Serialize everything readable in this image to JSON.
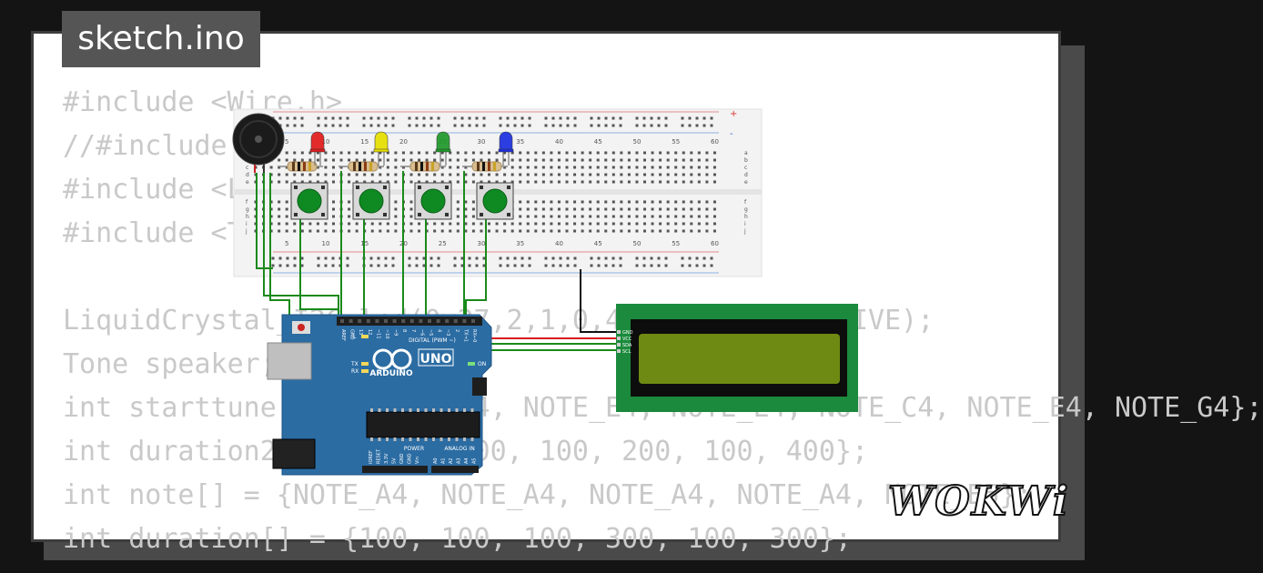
{
  "tab": {
    "title": "sketch.ino"
  },
  "code_lines": [
    "#include <Wire.h>",
    "//#include <LiquidCrystal.h>",
    "#include <LiquidCrystal_I2C.h>",
    "#include <Tone.h>",
    "",
    "LiquidCrystal_I2C lcd(0x27,2,1,0,4,5,6,7,3,POSITIVE);",
    "Tone speaker;",
    "int starttune[] = {NOTE_C4, NOTE_E4, NOTE_E4, NOTE_C4, NOTE_E4, NOTE_G4};",
    "int duration2[] = {100, 200, 100, 200, 100, 400};",
    "int note[] = {NOTE_A4, NOTE_A4, NOTE_A4, NOTE_A4, NOTE_E5};",
    "int duration[] = {100, 100, 100, 300, 100, 300};"
  ],
  "breadboard": {
    "column_numbers": [
      "5",
      "10",
      "15",
      "20",
      "25",
      "30",
      "35",
      "40",
      "45",
      "50",
      "55",
      "60"
    ],
    "row_letters": [
      "a",
      "b",
      "c",
      "d",
      "e",
      "f",
      "g",
      "h",
      "i",
      "j"
    ],
    "rail_plus": "+",
    "rail_minus": "-"
  },
  "leds": [
    {
      "color": "#e21b1b"
    },
    {
      "color": "#e8e000"
    },
    {
      "color": "#1f9a2a"
    },
    {
      "color": "#1c2ee0"
    }
  ],
  "arduino": {
    "board_name": "UNO",
    "brand": "ARDUINO",
    "digital_label": "DIGITAL (PWM ~)",
    "digital_pins": [
      "AREF",
      "GND",
      "13",
      "12",
      "~11",
      "~10",
      "~9",
      "8",
      "7",
      "~6",
      "~5",
      "4",
      "~3",
      "2",
      "TX→1",
      "RX←0"
    ],
    "led_labels": [
      "TX",
      "RX",
      "L",
      "ON"
    ],
    "power_label": "POWER",
    "power_pins": [
      "IOREF",
      "RESET",
      "3.3V",
      "5V",
      "GND",
      "GND",
      "Vin"
    ],
    "analog_label": "ANALOG IN",
    "analog_pins": [
      "A0",
      "A1",
      "A2",
      "A3",
      "A4",
      "A5"
    ]
  },
  "lcd": {
    "pins": [
      "GND",
      "VCC",
      "SDA",
      "SCL"
    ],
    "pcb_color": "#1b8a3c",
    "screen_color": "#6f8a12"
  },
  "brand_logo": "WOKWi",
  "colors": {
    "background": "#141414",
    "card": "#ffffff",
    "code_text": "#c9c9c9",
    "tab": "#555555",
    "wire_green": "#1a8a1a",
    "wire_red": "#d81e1e",
    "wire_black": "#111111",
    "arduino_board": "#2b6ca3"
  }
}
